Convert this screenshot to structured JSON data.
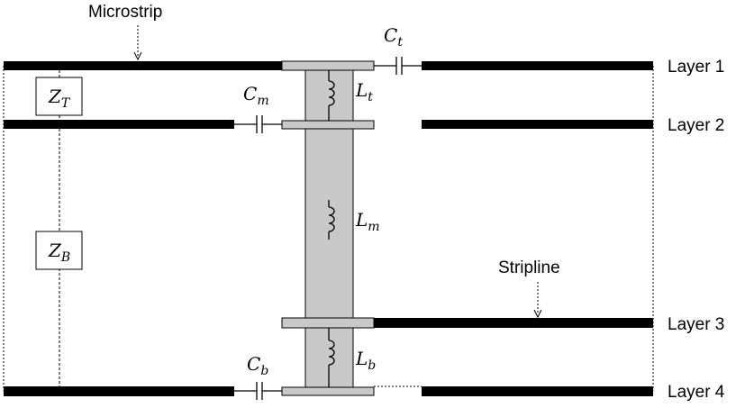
{
  "labels": {
    "microstrip": "Microstrip",
    "stripline": "Stripline",
    "layer1": "Layer 1",
    "layer2": "Layer 2",
    "layer3": "Layer 3",
    "layer4": "Layer 4"
  },
  "components": {
    "ct": {
      "main": "C",
      "sub": "t"
    },
    "cm": {
      "main": "C",
      "sub": "m"
    },
    "cb": {
      "main": "C",
      "sub": "b"
    },
    "lt": {
      "main": "L",
      "sub": "t"
    },
    "lm": {
      "main": "L",
      "sub": "m"
    },
    "lb": {
      "main": "L",
      "sub": "b"
    },
    "zt": {
      "main": "Z",
      "sub": "T"
    },
    "zb": {
      "main": "Z",
      "sub": "B"
    }
  },
  "colors": {
    "trace": "#000000",
    "via_fill": "#c8c8c8",
    "pad_fill": "#c8c8c8"
  }
}
